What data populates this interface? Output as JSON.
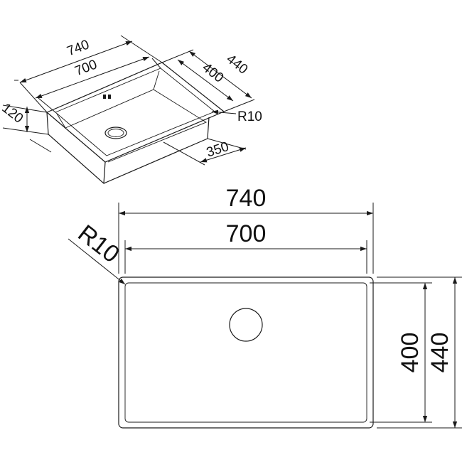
{
  "colors": {
    "line": "#1a1a1a",
    "background": "#ffffff"
  },
  "isometric": {
    "outer_width": "740",
    "inner_width": "700",
    "outer_depth": "440",
    "inner_depth": "400",
    "bowl_height": "120",
    "corner_radius": "R10",
    "front_height": "350"
  },
  "plan": {
    "outer_width": "740",
    "inner_width": "700",
    "corner_radius": "R10",
    "inner_depth": "400",
    "outer_depth": "440"
  }
}
